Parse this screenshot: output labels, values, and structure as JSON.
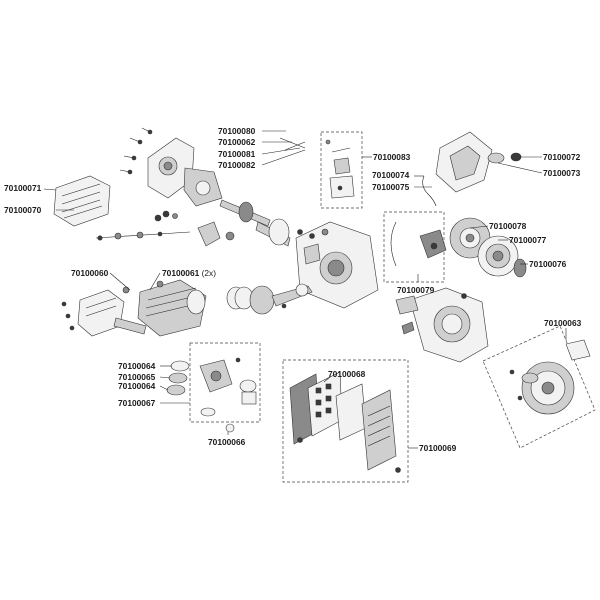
{
  "callouts": [
    {
      "id": "c70100080",
      "text": "70100080"
    },
    {
      "id": "c70100062",
      "text": "70100062"
    },
    {
      "id": "c70100081",
      "text": "70100081"
    },
    {
      "id": "c70100082",
      "text": "70100082"
    },
    {
      "id": "c70100083",
      "text": "70100083"
    },
    {
      "id": "c70100072",
      "text": "70100072"
    },
    {
      "id": "c70100073",
      "text": "70100073"
    },
    {
      "id": "c70100074",
      "text": "70100074"
    },
    {
      "id": "c70100075",
      "text": "70100075"
    },
    {
      "id": "c70100071",
      "text": "70100071"
    },
    {
      "id": "c70100070",
      "text": "70100070"
    },
    {
      "id": "c70100078",
      "text": "70100078"
    },
    {
      "id": "c70100077",
      "text": "70100077"
    },
    {
      "id": "c70100076",
      "text": "70100076"
    },
    {
      "id": "c70100079",
      "text": "70100079"
    },
    {
      "id": "c70100060",
      "text": "70100060"
    },
    {
      "id": "c70100061",
      "text": "70100061",
      "suffix": "(2x)"
    },
    {
      "id": "c70100063",
      "text": "70100063"
    },
    {
      "id": "c70100064a",
      "text": "70100064"
    },
    {
      "id": "c70100065",
      "text": "70100065"
    },
    {
      "id": "c70100064b",
      "text": "70100064"
    },
    {
      "id": "c70100067",
      "text": "70100067"
    },
    {
      "id": "c70100066",
      "text": "70100066"
    },
    {
      "id": "c70100068",
      "text": "70100068"
    },
    {
      "id": "c70100069",
      "text": "70100069"
    }
  ]
}
